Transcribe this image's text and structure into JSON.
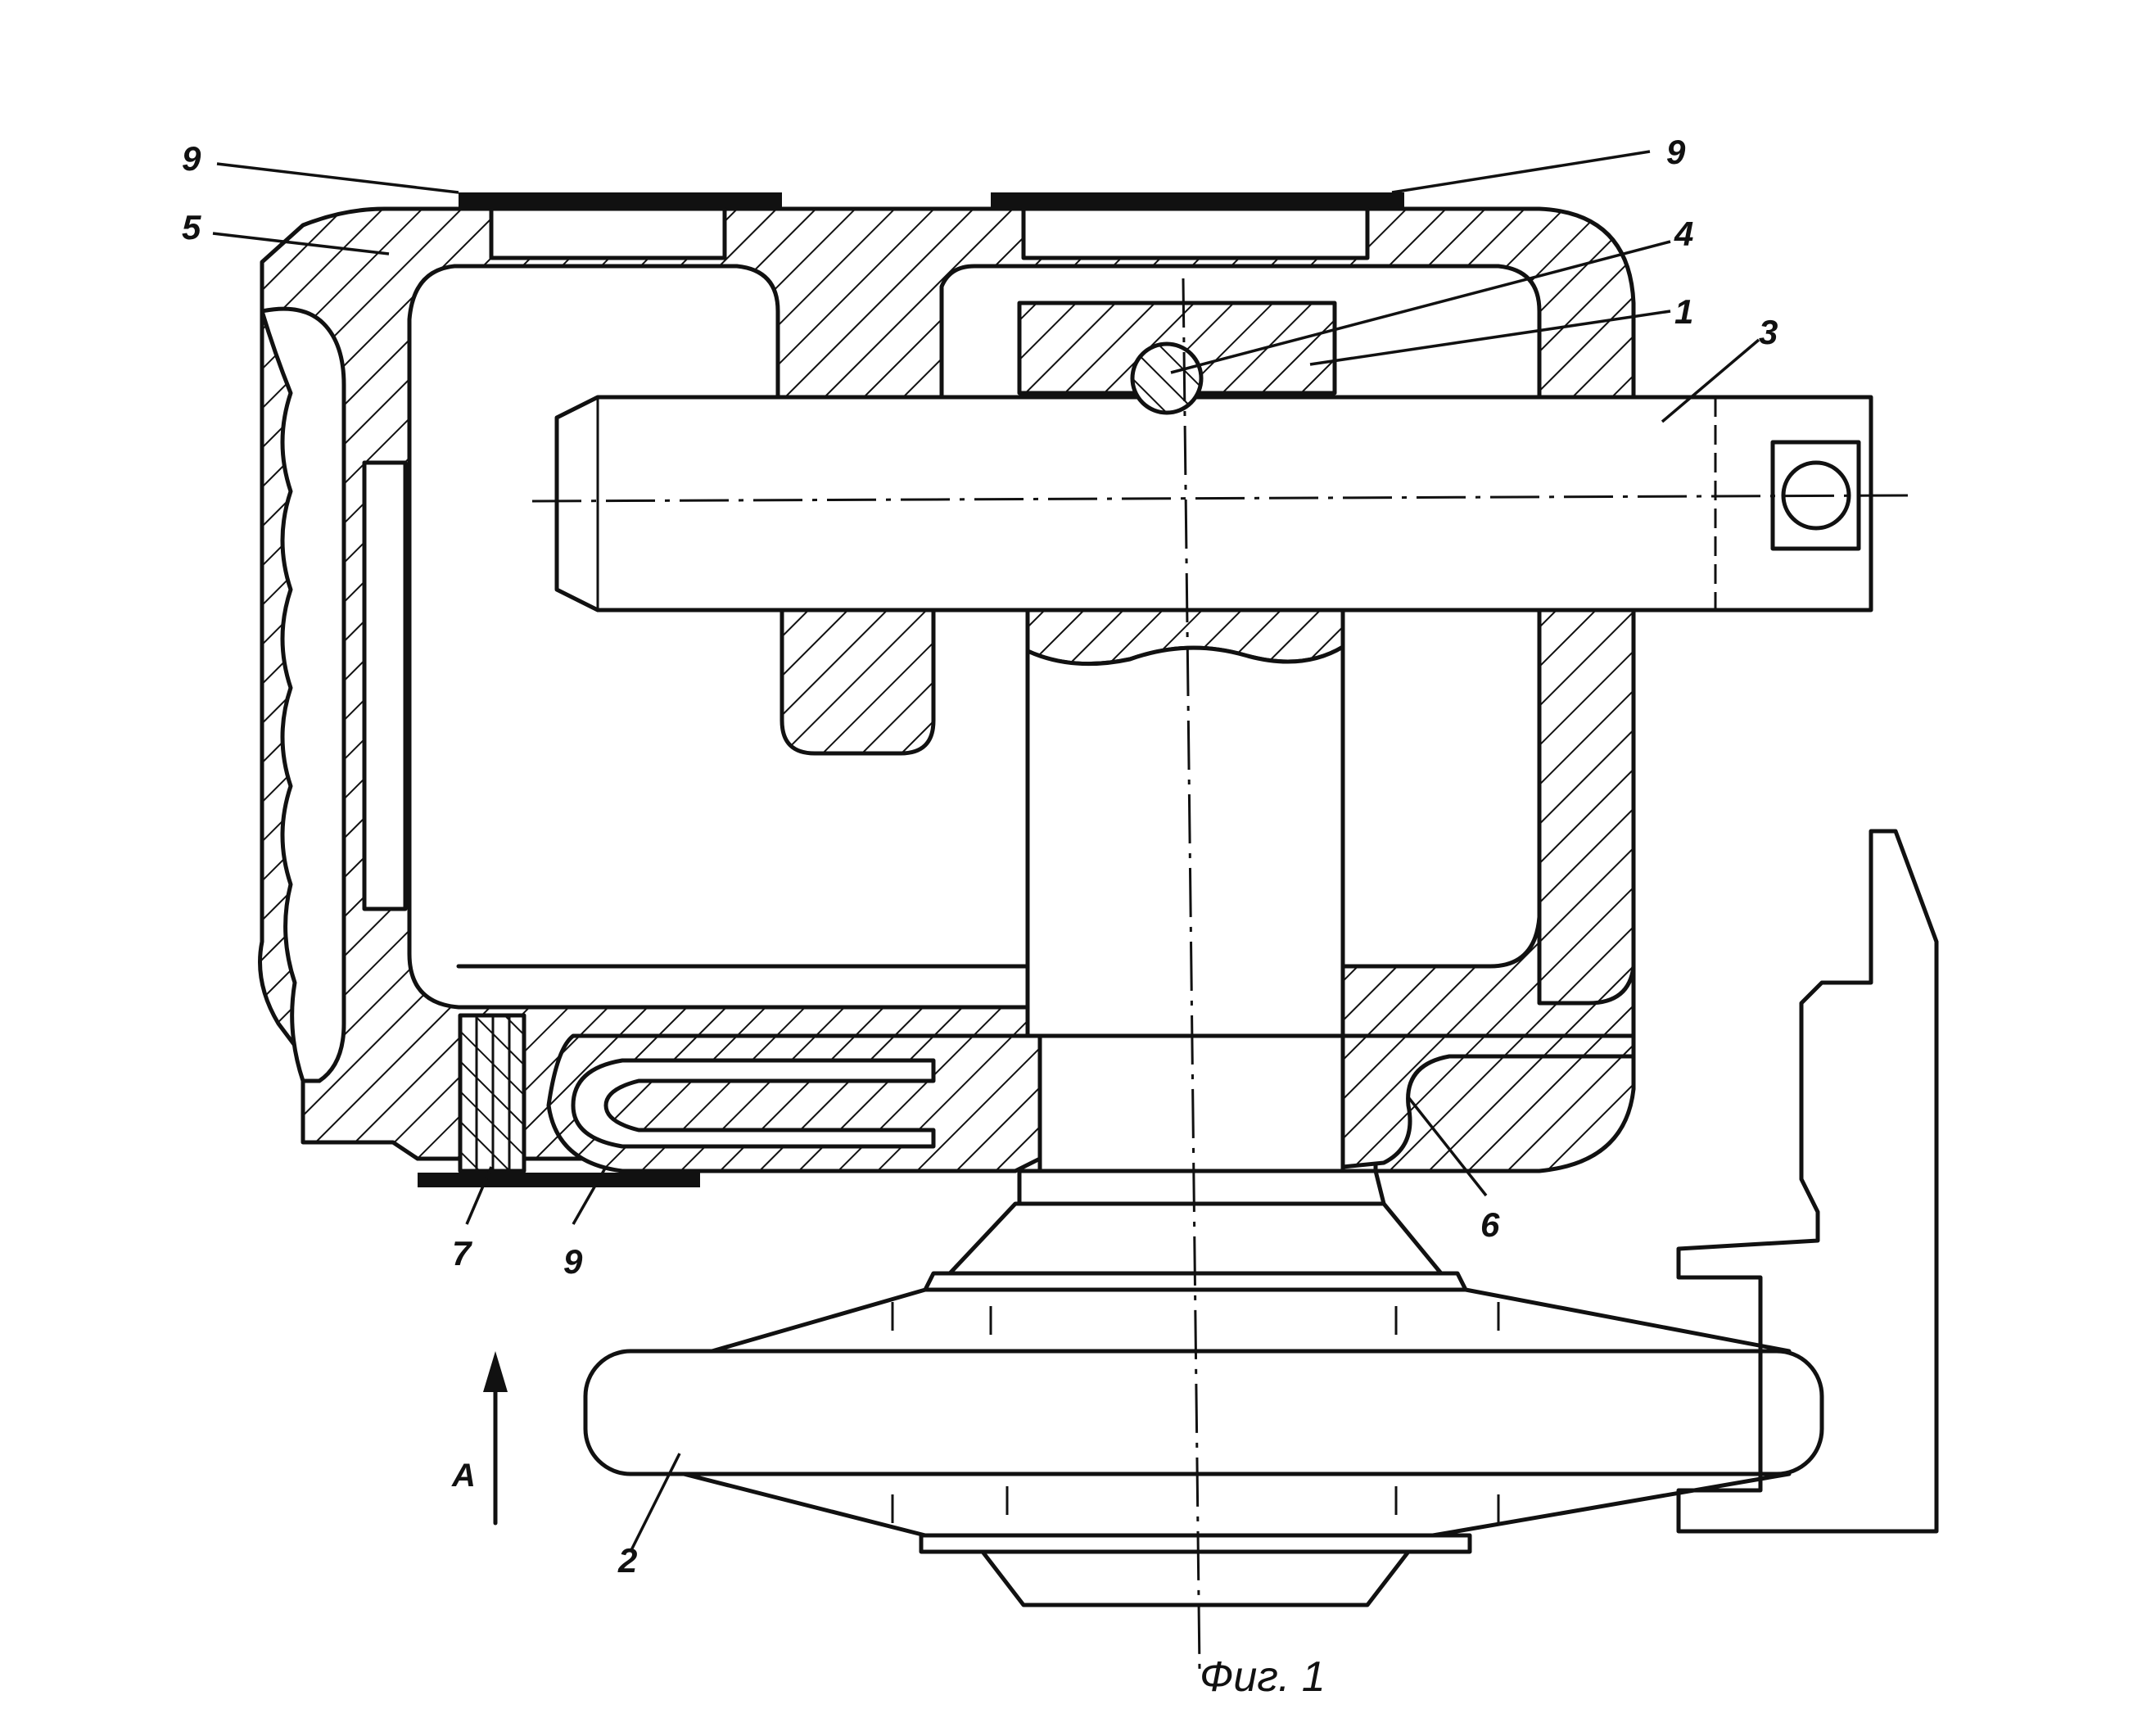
{
  "figure": {
    "caption": "Фиг. 1",
    "labels": {
      "part_1": "1",
      "part_2": "2",
      "part_3": "3",
      "part_4": "4",
      "part_5": "5",
      "part_6": "6",
      "part_7": "7",
      "part_9_top_left": "9",
      "part_9_top_right": "9",
      "part_9_bottom": "9",
      "view_arrow": "A"
    }
  },
  "colors": {
    "ink": "#111111",
    "paper": "#ffffff"
  }
}
